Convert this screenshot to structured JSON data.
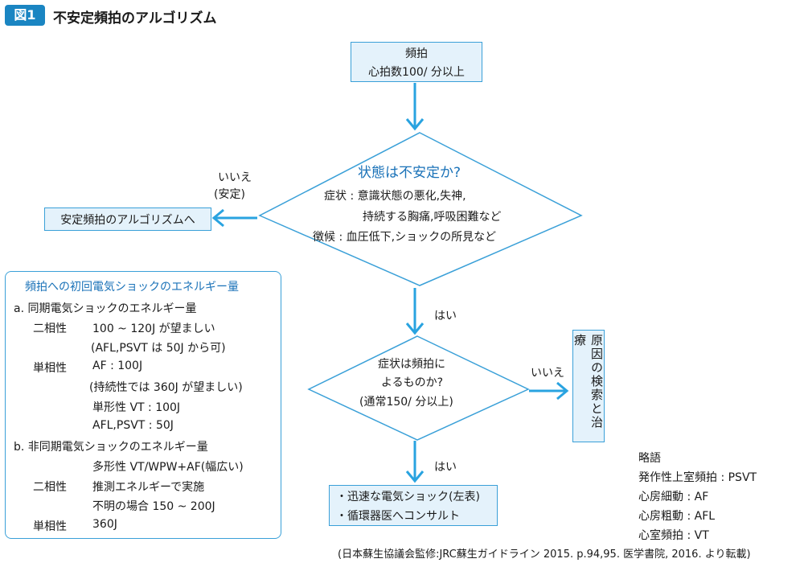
{
  "figure": {
    "label": "図1",
    "title": "不安定頻拍のアルゴリズム"
  },
  "start": {
    "line1": "頻拍",
    "line2": "心拍数100/ 分以上"
  },
  "decision1": {
    "question": "状態は不安定か?",
    "line1": "症状 : 意識状態の悪化,失神,",
    "line2": "持続する胸痛,呼吸困難など",
    "line3": "徴候 : 血圧低下,ショックの所見など"
  },
  "branch_no1": {
    "label1": "いいえ",
    "label2": "(安定)",
    "target": "安定頻拍のアルゴリズムへ"
  },
  "yes1": "はい",
  "decision2": {
    "line1": "症状は頻拍に",
    "line2": "よるものか?",
    "line3": "(通常150/ 分以上)"
  },
  "branch_no2": {
    "label": "いいえ",
    "target": "原因の検索と治療"
  },
  "yes2": "はい",
  "action": {
    "line1": "・迅速な電気ショック(左表)",
    "line2": "・循環器医へコンサルト"
  },
  "energy_panel": {
    "title": "頻拍への初回電気ショックのエネルギー量",
    "a_heading": "a. 同期電気ショックのエネルギー量",
    "a_biphasic_label": "二相性",
    "a_biphasic_1": "100 ~ 120J が望ましい",
    "a_biphasic_2": "(AFL,PSVT は 50J から可)",
    "a_mono_label": "単相性",
    "a_mono_1": "AF : 100J",
    "a_mono_2": "(持続性では 360J が望ましい)",
    "a_mono_3": "単形性 VT : 100J",
    "a_mono_4": "AFL,PSVT : 50J",
    "b_heading": "b. 非同期電気ショックのエネルギー量",
    "b_sub": "多形性 VT/WPW+AF(幅広い)",
    "b_biphasic_label": "二相性",
    "b_biphasic_1": "推測エネルギーで実施",
    "b_biphasic_2": "不明の場合 150 ~ 200J",
    "b_mono_label": "単相性",
    "b_mono_1": "360J"
  },
  "abbreviations": {
    "title": "略語",
    "item1": "発作性上室頻拍 : PSVT",
    "item2": "心房細動 : AF",
    "item3": "心房粗動 : AFL",
    "item4": "心室頻拍 : VT"
  },
  "source": "(日本蘇生協議会監修:JRC蘇生ガイドライン 2015. p.94,95. 医学書院, 2016. より転載)",
  "colors": {
    "accent": "#1a85c2",
    "arrow": "#29a3e0",
    "box_fill": "#e4f2fb",
    "box_border": "#3aa0d8"
  }
}
